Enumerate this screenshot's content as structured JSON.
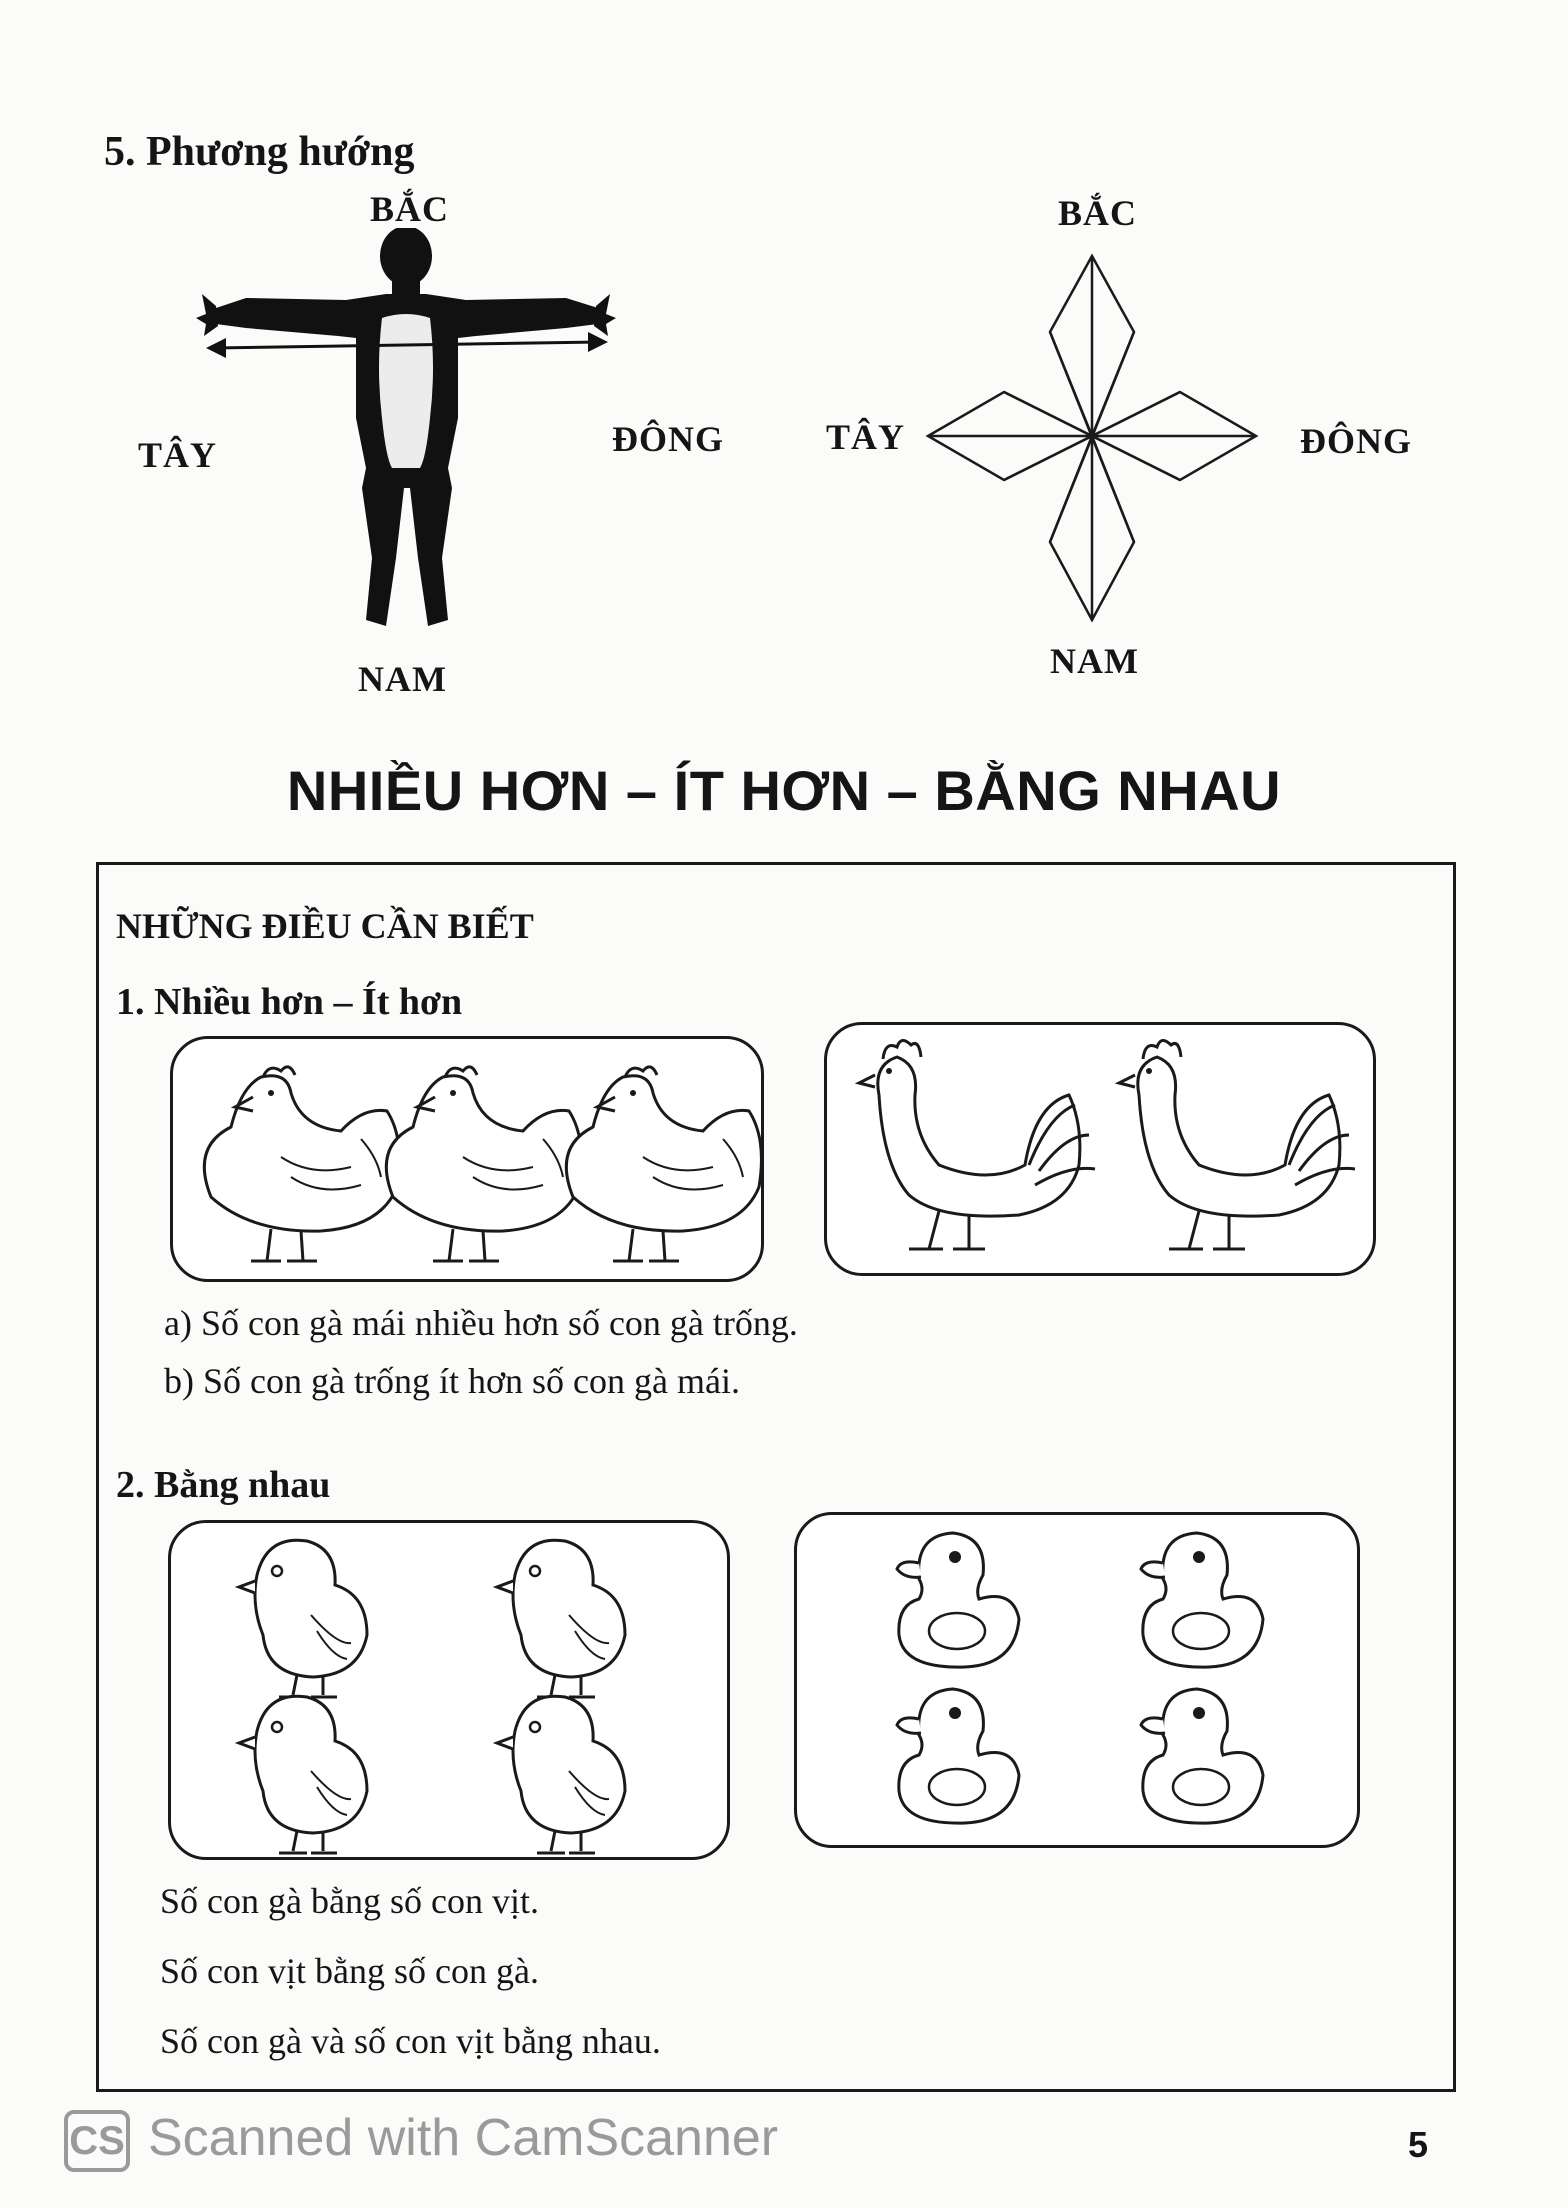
{
  "section5": {
    "heading": "5. Phương hướng",
    "figure_left": {
      "north": "BẮC",
      "south": "NAM",
      "west": "TÂY",
      "east": "ĐÔNG"
    },
    "figure_right": {
      "north": "BẮC",
      "south": "NAM",
      "west": "TÂY",
      "east": "ĐÔNG"
    }
  },
  "main_title": "NHIỀU HƠN – ÍT HƠN – BẰNG NHAU",
  "info_box": {
    "title": "NHỮNG ĐIỀU CẦN BIẾT",
    "part1": {
      "heading": "1. Nhiều hơn – Ít hơn",
      "line_a": "a) Số con gà mái nhiều hơn số con gà trống.",
      "line_b": "b) Số con gà trống ít hơn số con gà mái."
    },
    "part2": {
      "heading": "2. Bằng nhau",
      "line_1": "Số con gà bằng số con vịt.",
      "line_2": "Số con vịt bằng số con gà.",
      "line_3": "Số con gà và số con vịt bằng nhau."
    }
  },
  "illustrations": {
    "hens": {
      "icon": "hen-icon",
      "count": 3
    },
    "roosters": {
      "icon": "rooster-icon",
      "count": 2
    },
    "chicks": {
      "icon": "chick-icon",
      "count": 4
    },
    "ducks": {
      "icon": "duck-icon",
      "count": 4
    }
  },
  "footer": {
    "watermark_logo": "CS",
    "watermark": "Scanned with CamScanner",
    "page_number": "5"
  }
}
